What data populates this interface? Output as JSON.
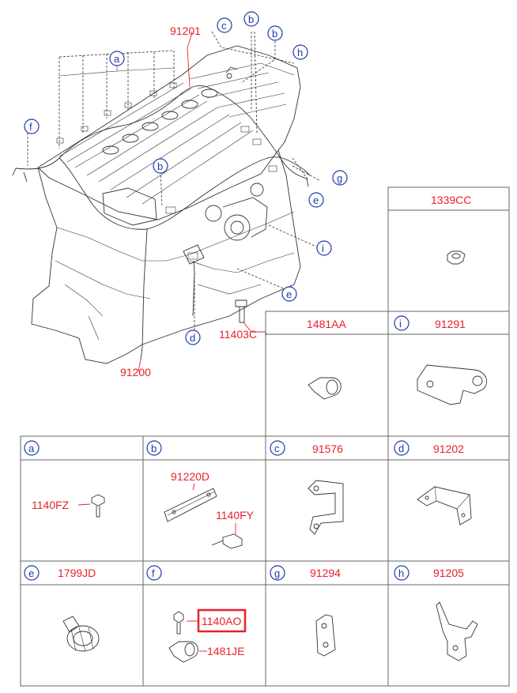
{
  "engine": {
    "labels": {
      "harness_main": "91201",
      "harness_lower": "91200",
      "bolt": "11403C"
    },
    "callouts": [
      "a",
      "b",
      "b",
      "b",
      "c",
      "d",
      "e",
      "e",
      "f",
      "g",
      "h",
      "i"
    ]
  },
  "cells": [
    {
      "id": "1339CC",
      "title": "1339CC"
    },
    {
      "id": "1481AA",
      "title": "1481AA"
    },
    {
      "id": "i",
      "letter": "i",
      "title": "91291"
    },
    {
      "id": "a",
      "letter": "a",
      "title": "",
      "parts": [
        "1140FZ"
      ]
    },
    {
      "id": "b",
      "letter": "b",
      "title": "",
      "parts": [
        "91220D",
        "1140FY"
      ]
    },
    {
      "id": "c",
      "letter": "c",
      "title": "91576"
    },
    {
      "id": "d",
      "letter": "d",
      "title": "91202"
    },
    {
      "id": "e",
      "letter": "e",
      "title": "1799JD"
    },
    {
      "id": "f",
      "letter": "f",
      "title": "",
      "parts": [
        "1140AO",
        "1481JE"
      ],
      "highlight": "1140AO"
    },
    {
      "id": "g",
      "letter": "g",
      "title": "91294"
    },
    {
      "id": "h",
      "letter": "h",
      "title": "91205"
    }
  ],
  "colors": {
    "part_number": "#e8202a",
    "callout": "#1e3aa8",
    "highlight_box": "#e8202a",
    "line": "#333333"
  }
}
